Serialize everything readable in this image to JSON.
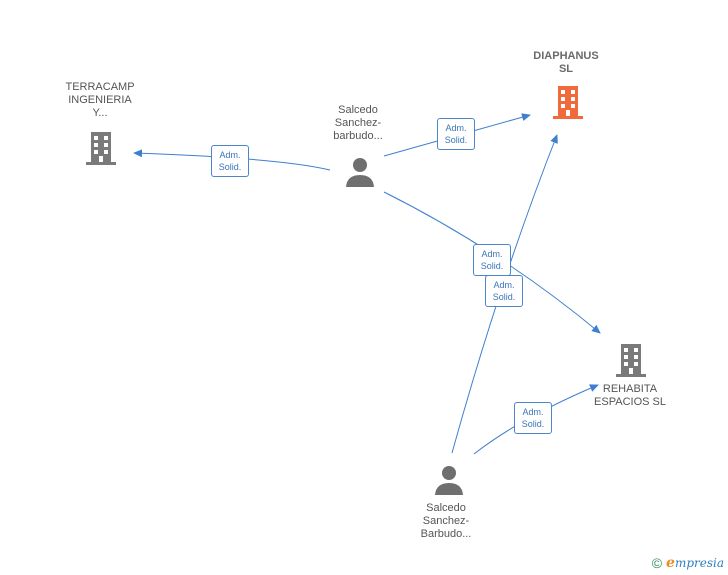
{
  "nodes": {
    "terracamp": {
      "label": "TERRACAMP\nINGENIERIA\nY...",
      "type": "company",
      "color": "#7a7a7a"
    },
    "diaphanus": {
      "label": "DIAPHANUS\nSL",
      "type": "company",
      "color": "#f26a3c"
    },
    "rehabita": {
      "label": "REHABITA\nESPACIOS  SL",
      "type": "company",
      "color": "#7a7a7a"
    },
    "person1": {
      "label": "Salcedo\nSanchez-\nbarbudo...",
      "type": "person",
      "color": "#6f6f6f"
    },
    "person2": {
      "label": "Salcedo\nSanchez-\nBarbudo...",
      "type": "person",
      "color": "#6f6f6f"
    }
  },
  "edges": [
    {
      "from": "person1",
      "to": "terracamp",
      "label": "Adm.\nSolid."
    },
    {
      "from": "person1",
      "to": "diaphanus",
      "label": "Adm.\nSolid."
    },
    {
      "from": "person1",
      "to": "rehabita",
      "label": "Adm.\nSolid."
    },
    {
      "from": "person2",
      "to": "diaphanus",
      "label": "Adm.\nSolid."
    },
    {
      "from": "person2",
      "to": "rehabita",
      "label": "Adm.\nSolid."
    }
  ],
  "colors": {
    "edge": "#3f7fcf"
  },
  "footer": {
    "copyright": "©",
    "brand_initial": "e",
    "brand_rest": "mpresia"
  }
}
